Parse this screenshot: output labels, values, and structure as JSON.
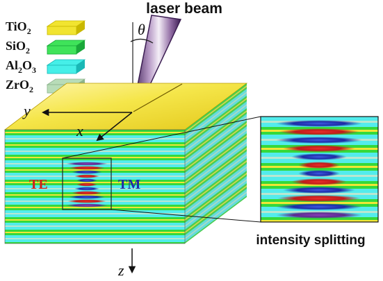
{
  "title": "laser beam",
  "angle_symbol": "θ",
  "legend": [
    {
      "base": "TiO",
      "sub": "2",
      "post": "",
      "post_sub": "",
      "color": "#f1e430",
      "edge": "#c9b800"
    },
    {
      "base": "SiO",
      "sub": "2",
      "post": "",
      "post_sub": "",
      "color": "#3fe35a",
      "edge": "#1aa83a"
    },
    {
      "base": "Al",
      "sub": "2",
      "post": "O",
      "post_sub": "3",
      "color": "#45efe8",
      "edge": "#1ab8b6"
    },
    {
      "base": "ZrO",
      "sub": "2",
      "post": "",
      "post_sub": "",
      "color": "#b8dcb8",
      "edge": "#8db48d"
    }
  ],
  "axes": {
    "x": "x",
    "y": "y",
    "z": "z"
  },
  "mode_labels": {
    "te": "TE",
    "tm": "TM"
  },
  "inset_label": "intensity splitting",
  "colors": {
    "te": "#d0211c",
    "tm": "#1f2fa8",
    "top_face": "#f2e34a",
    "cyan": "#53ecec",
    "green": "#35d93a",
    "yellow": "#f0e636",
    "laser": "#7a4a8a"
  }
}
